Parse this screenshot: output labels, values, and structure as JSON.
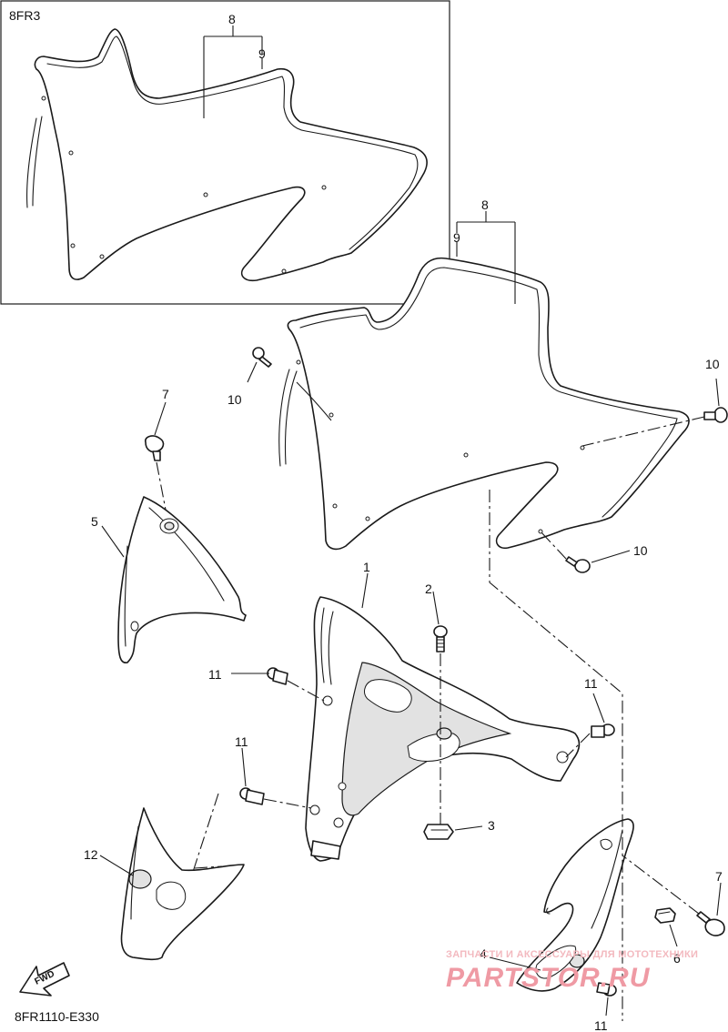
{
  "inset": {
    "model_code": "8FR3"
  },
  "drawing_code": "8FR1110-E330",
  "fwd_label": "FWD",
  "watermark": {
    "tagline": "ЗАПЧАСТИ И АКСЕССУАРЫ ДЛЯ МОТОТЕХНИКИ",
    "brand": "PARTSTOR.RU"
  },
  "callouts": {
    "c1": "1",
    "c2": "2",
    "c3": "3",
    "c4": "4",
    "c5": "5",
    "c6": "6",
    "c7a": "7",
    "c7b": "7",
    "c8_inset": "8",
    "c9_inset": "9",
    "c8_main": "8",
    "c9_main": "9",
    "c10a": "10",
    "c10b": "10",
    "c10c": "10",
    "c11a": "11",
    "c11b": "11",
    "c11c": "11",
    "c11d": "11",
    "c12": "12"
  },
  "colors": {
    "line": "#1a1a1a",
    "watermark": "#ef9aa4"
  }
}
